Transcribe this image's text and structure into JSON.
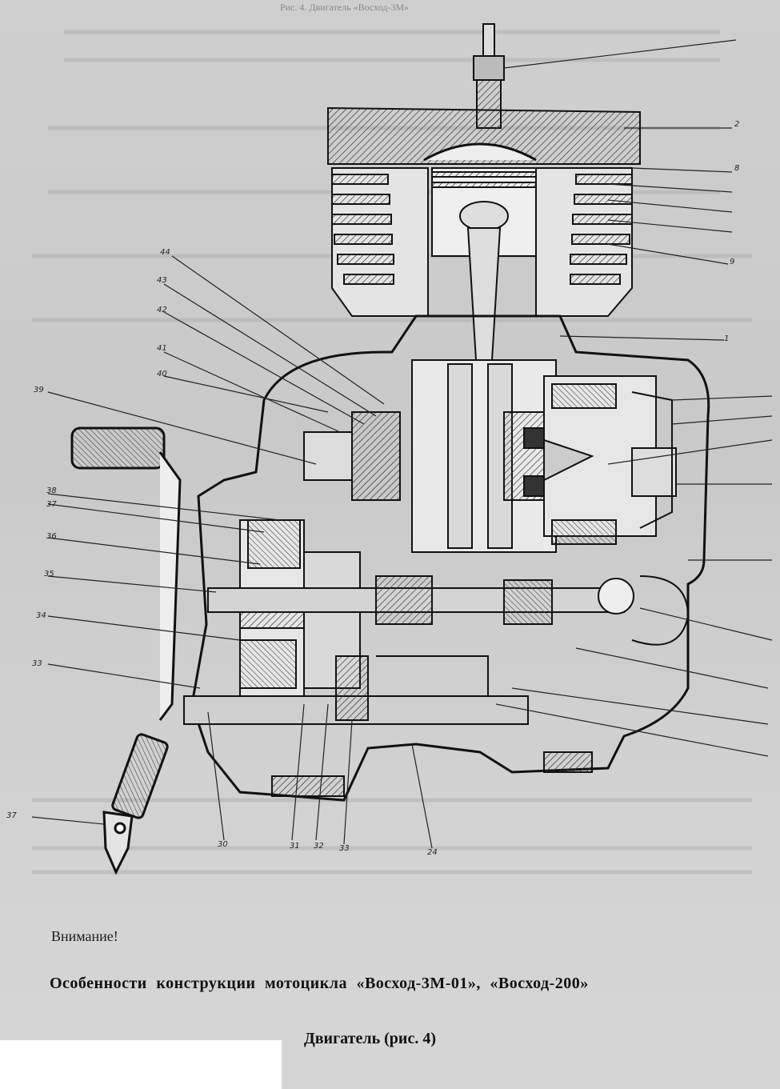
{
  "header_fragment": "Рис. 4. Двигатель «Восход-3М»",
  "callouts": [
    "44",
    "43",
    "42",
    "41",
    "40",
    "39",
    "38",
    "37",
    "36",
    "35",
    "34",
    "33",
    "37",
    "30",
    "31",
    "32",
    "33",
    "24",
    "2",
    "8",
    "9",
    "1"
  ],
  "notice": "Внимание!",
  "heading": "Особенности конструкции мотоцикла «Восход-3М-01», «Восход-200»",
  "subheading": "Двигатель (рис. 4)"
}
